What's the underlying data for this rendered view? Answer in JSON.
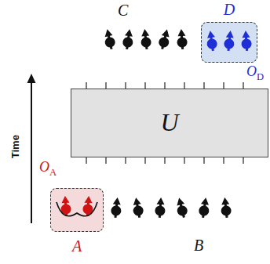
{
  "diagram": {
    "nodes": [
      {
        "text": [
          "D"
        ]
      },
      {
        "text": [
          "U"
        ]
      },
      {
        "text": [
          "A"
        ]
      }
    ],
    "labels": [
      "C",
      "OD",
      "Time",
      "OA",
      "B"
    ]
  }
}
